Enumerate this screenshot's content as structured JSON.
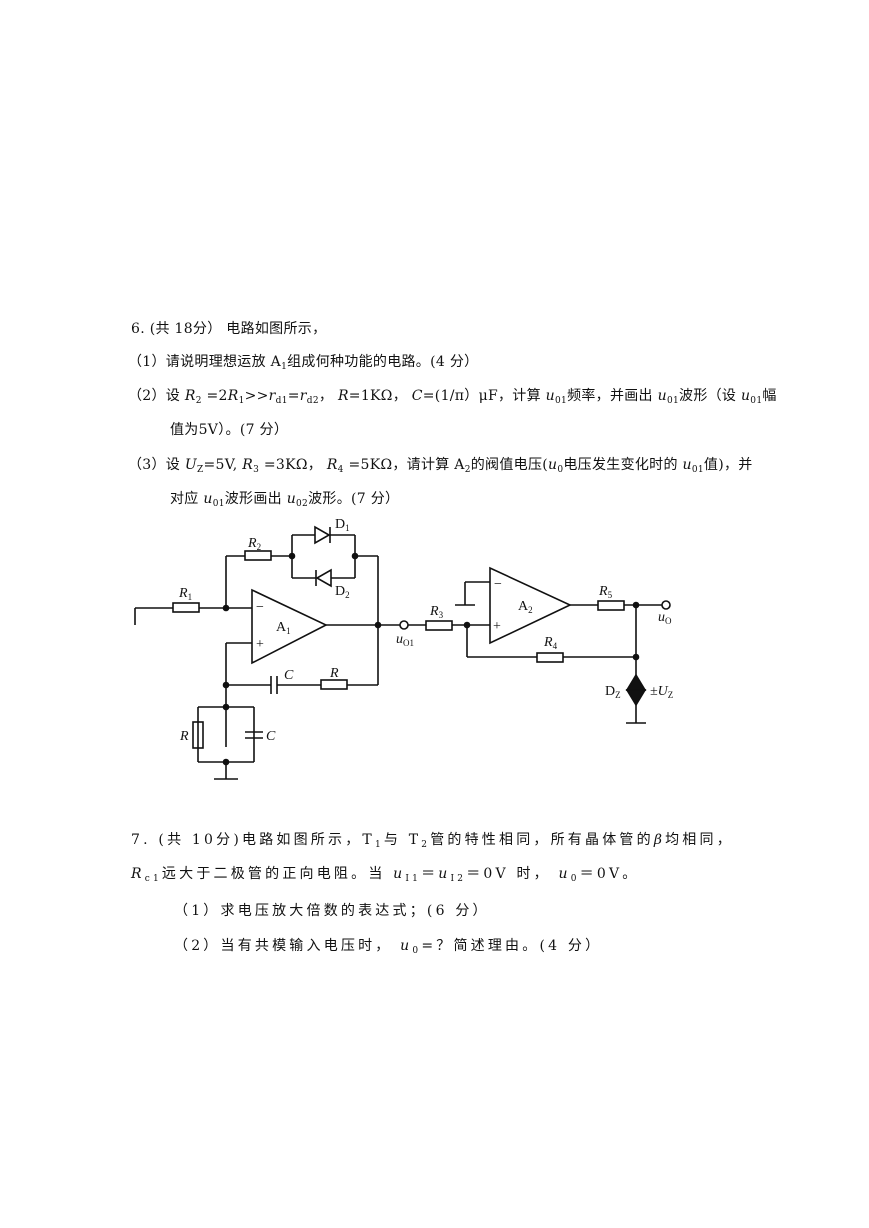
{
  "q6": {
    "head": "6. (共 18分）    电路如图所示，",
    "p1": "（1）请说明理想运放 A",
    "p1_sub": "1",
    "p1_rest": "组成何种功能的电路。(4 分）",
    "p2_a": "（2）设 ",
    "p2_R2": "R",
    "p2_R2sub": "2",
    "p2_b": " =2",
    "p2_R1": "R",
    "p2_R1sub": "1",
    "p2_c": ">>",
    "p2_rd1": "r",
    "p2_rd1sub": "d1",
    "p2_d": "=",
    "p2_rd2": "r",
    "p2_rd2sub": "d2",
    "p2_e": "， ",
    "p2_R": "R",
    "p2_f": "=1KΩ， ",
    "p2_C": "C",
    "p2_g": "=(1/π）μF，计算 ",
    "p2_u1": "u",
    "p2_u1sub": "01",
    "p2_h": "频率，并画出 ",
    "p2_u2": "u",
    "p2_u2sub": "01",
    "p2_i": "波形（设 ",
    "p2_u3": "u",
    "p2_u3sub": "01",
    "p2_j": "幅",
    "p2_line2": "值为5V）。(7 分）",
    "p3_a": "（3）设 ",
    "p3_Uz": "U",
    "p3_Uzsub": "Z",
    "p3_b": "=5V, ",
    "p3_R3": "R",
    "p3_R3sub": "3",
    "p3_c": " =3KΩ， ",
    "p3_R4": "R",
    "p3_R4sub": "4",
    "p3_d": " =5KΩ，请计算 A",
    "p3_A2sub": "2",
    "p3_e": "的阀值电压(",
    "p3_u0": "u",
    "p3_u0sub": "0",
    "p3_f": "电压发生变化时的 ",
    "p3_u01": "u",
    "p3_u01sub": "01",
    "p3_g": "值)，并",
    "p3_l2a": "对应 ",
    "p3_l2u": "u",
    "p3_l2usub": "01",
    "p3_l2b": "波形画出 ",
    "p3_l2u2": "u",
    "p3_l2u2sub": "02",
    "p3_l2c": "波形。(7 分）"
  },
  "circuit": {
    "D1": "D",
    "D1s": "1",
    "D2": "D",
    "D2s": "2",
    "R2": "R",
    "R2s": "2",
    "R1": "R",
    "R1s": "1",
    "A1": "A",
    "A1s": "1",
    "minus1": "−",
    "plus1": "+",
    "C1": "C",
    "R": "R",
    "Rb": "R",
    "C2": "C",
    "uO1": "u",
    "uO1s": "O1",
    "R3": "R",
    "R3s": "3",
    "A2": "A",
    "A2s": "2",
    "minus2": "−",
    "plus2": "+",
    "R5": "R",
    "R5s": "5",
    "uO": "u",
    "uOs": "O",
    "R4": "R",
    "R4s": "4",
    "Dz": "D",
    "Dzs": "Z",
    "Uz": "±U",
    "Uzs": "Z"
  },
  "q7": {
    "l1a": "7. (共 10分)电路如图所示，T",
    "l1s1": "1",
    "l1b": "与 T",
    "l1s2": "2",
    "l1c": "管的特性相同，所有晶体管的",
    "l1beta": "β",
    "l1d": "均相同，",
    "l2R": "R",
    "l2Rs": "c1",
    "l2a": "远大于二极管的正向电阻。当 ",
    "l2u1": "u",
    "l2u1s": "I1",
    "l2b": "＝",
    "l2u2": "u",
    "l2u2s": "I2",
    "l2c": "＝0V 时， ",
    "l2u0": "u",
    "l2u0s": "0",
    "l2d": "＝0V。",
    "q1": "（1）求电压放大倍数的表达式；(6 分）",
    "q2a": "（2）当有共模输入电压时， ",
    "q2u": "u",
    "q2us": "0",
    "q2b": "=？简述理由。(4 分）"
  }
}
